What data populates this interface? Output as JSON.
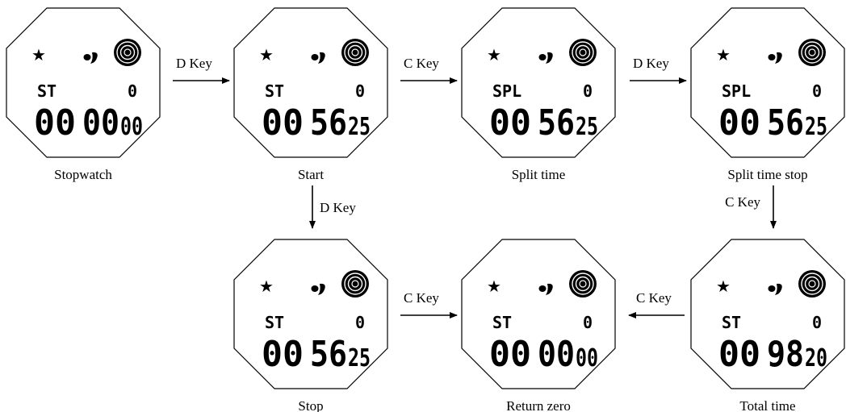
{
  "watches": [
    {
      "id": "stopwatch",
      "caption": "Stopwatch",
      "mode": "ST",
      "lap": "0",
      "hours": "00",
      "minutes": "00",
      "hundredths": "00"
    },
    {
      "id": "start",
      "caption": "Start",
      "mode": "ST",
      "lap": "0",
      "hours": "00",
      "minutes": "56",
      "hundredths": "25"
    },
    {
      "id": "split-time",
      "caption": "Split time",
      "mode": "SPL",
      "lap": "0",
      "hours": "00",
      "minutes": "56",
      "hundredths": "25"
    },
    {
      "id": "split-time-stop",
      "caption": "Split time stop",
      "mode": "SPL",
      "lap": "0",
      "hours": "00",
      "minutes": "56",
      "hundredths": "25"
    },
    {
      "id": "stop",
      "caption": "Stop",
      "mode": "ST",
      "lap": "0",
      "hours": "00",
      "minutes": "56",
      "hundredths": "25"
    },
    {
      "id": "return-zero",
      "caption": "Return zero",
      "mode": "ST",
      "lap": "0",
      "hours": "00",
      "minutes": "00",
      "hundredths": "00"
    },
    {
      "id": "total-time",
      "caption": "Total time",
      "mode": "ST",
      "lap": "0",
      "hours": "00",
      "minutes": "98",
      "hundredths": "20"
    }
  ],
  "transitions": [
    {
      "from": "stopwatch",
      "to": "start",
      "key": "D Key"
    },
    {
      "from": "start",
      "to": "split-time",
      "key": "C Key"
    },
    {
      "from": "split-time",
      "to": "split-time-stop",
      "key": "D Key"
    },
    {
      "from": "start",
      "to": "stop",
      "key": "D Key"
    },
    {
      "from": "split-time-stop",
      "to": "total-time",
      "key": "C Key"
    },
    {
      "from": "stop",
      "to": "return-zero",
      "key": "C Key"
    },
    {
      "from": "total-time",
      "to": "return-zero",
      "key": "C Key"
    }
  ]
}
